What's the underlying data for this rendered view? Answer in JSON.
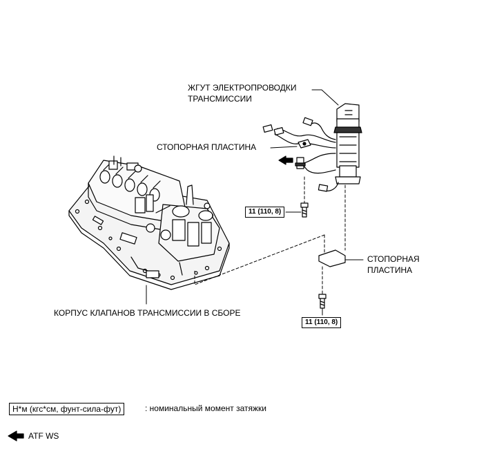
{
  "labels": {
    "harness_line1": "ЖГУТ ЭЛЕКТРОПРОВОДКИ",
    "harness_line2": "ТРАНСМИССИИ",
    "lock_plate_top": "СТОПОРНАЯ ПЛАСТИНА",
    "lock_plate_right_line1": "СТОПОРНАЯ",
    "lock_plate_right_line2": "ПЛАСТИНА",
    "valve_body": "КОРПУС КЛАПАНОВ ТРАНСМИССИИ В СБОРЕ"
  },
  "torque": {
    "upper": "11 (110, 8)",
    "lower": "11 (110, 8)"
  },
  "legend": {
    "unit_box": "Н*м (кгс*см, фунт-сила-фут)",
    "unit_desc": ": номинальный момент затяжки",
    "fluid": "ATF WS"
  }
}
